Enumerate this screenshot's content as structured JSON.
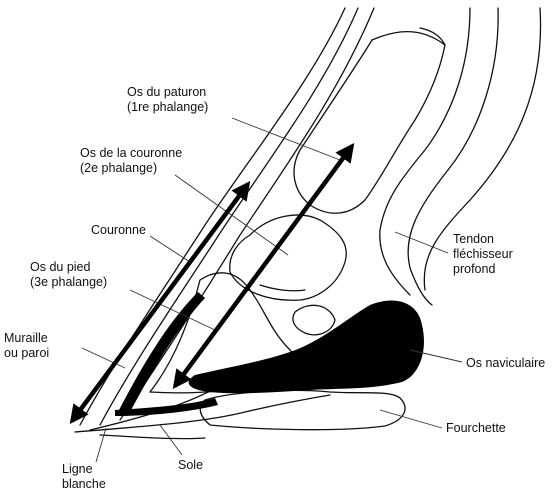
{
  "labels": {
    "paturon": [
      "Os du paturon",
      "(1re phalange)"
    ],
    "couronne_os": [
      "Os de la couronne",
      "(2e phalange)"
    ],
    "couronne": [
      "Couronne"
    ],
    "pied": [
      "Os du pied",
      "(3e phalange)"
    ],
    "muraille": [
      "Muraille",
      "ou paroi"
    ],
    "tendon": [
      "Tendon",
      "fléchisseur",
      "profond"
    ],
    "naviculaire": [
      "Os naviculaire"
    ],
    "fourchette": [
      "Fourchette"
    ],
    "ligne": [
      "Ligne",
      "blanche"
    ],
    "sole": [
      "Sole"
    ]
  }
}
